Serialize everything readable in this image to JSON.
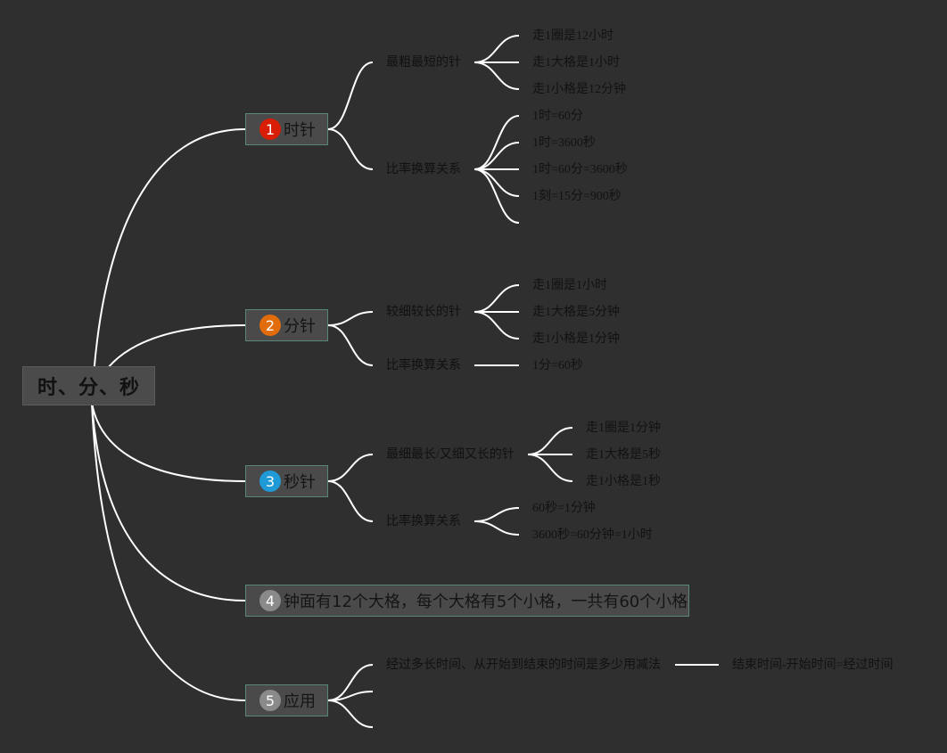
{
  "root": {
    "label": "时、分、秒"
  },
  "colors": {
    "background": "#2f2f2f",
    "line": "#ffffff",
    "topic_border": "#58877a",
    "badge_1": "#d81e06",
    "badge_2": "#e26b0a",
    "badge_3": "#1f9ad6",
    "badge_4": "#8a8a8a",
    "badge_5": "#8a8a8a"
  },
  "topics": [
    {
      "num": "1",
      "label": "时针",
      "subtopics": [
        {
          "label": "最粗最短的针",
          "leaves": [
            "走1圈是12小时",
            "走1大格是1小时",
            "走1小格是12分钟"
          ]
        },
        {
          "label": "比率换算关系",
          "leaves": [
            "1时=60分",
            "1时=3600秒",
            "1时=60分=3600秒",
            "1刻=15分=900秒",
            ""
          ]
        }
      ]
    },
    {
      "num": "2",
      "label": "分针",
      "subtopics": [
        {
          "label": "较细较长的针",
          "leaves": [
            "走1圈是1小时",
            "走1大格是5分钟",
            "走1小格是1分钟"
          ]
        },
        {
          "label": "比率换算关系",
          "leaves": [
            "1分=60秒"
          ]
        }
      ]
    },
    {
      "num": "3",
      "label": "秒针",
      "subtopics": [
        {
          "label": "最细最长/又细又长的针",
          "leaves": [
            "走1圈是1分钟",
            "走1大格是5秒",
            "走1小格是1秒"
          ]
        },
        {
          "label": "比率换算关系",
          "leaves": [
            "60秒=1分钟",
            "3600秒=60分钟=1小时"
          ]
        }
      ]
    },
    {
      "num": "4",
      "label": "钟面有12个大格，每个大格有5个小格，一共有60个小格",
      "subtopics": []
    },
    {
      "num": "5",
      "label": "应用",
      "subtopics": [
        {
          "label": "经过多长时间、从开始到结束的时间是多少用减法",
          "leaves": [
            "结束时间-开始时间=经过时间"
          ]
        },
        {
          "label": "",
          "leaves": []
        },
        {
          "label": "",
          "leaves": []
        }
      ]
    }
  ]
}
